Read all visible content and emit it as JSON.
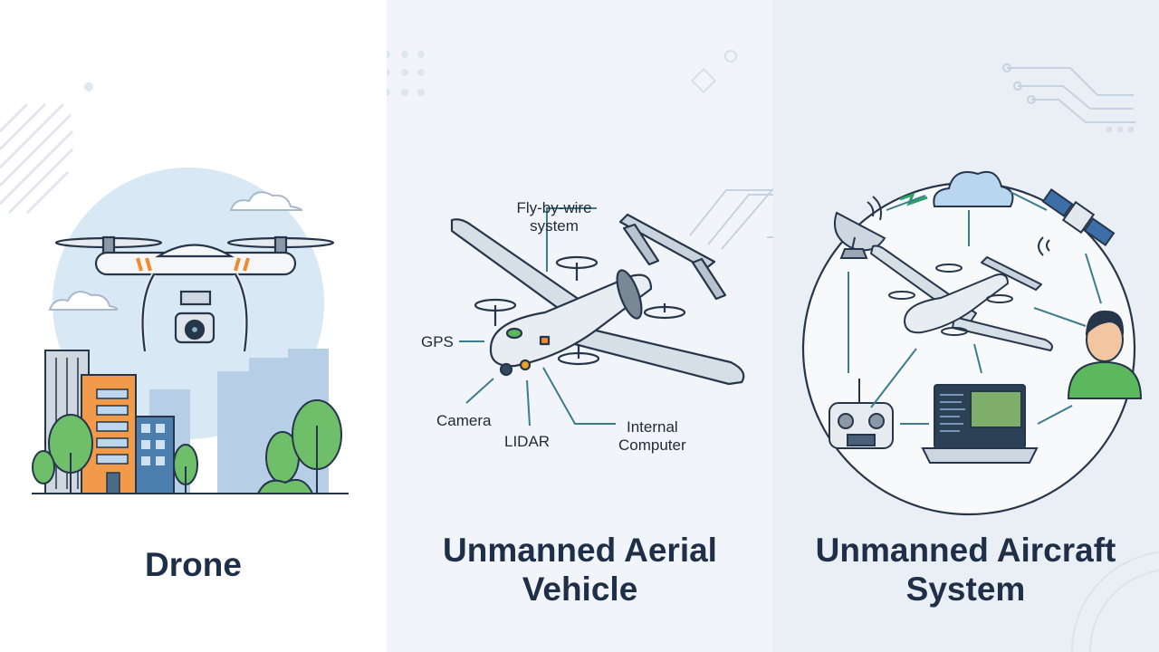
{
  "panels": [
    {
      "title": "Drone"
    },
    {
      "title_line1": "Unmanned Aerial",
      "title_line2": "Vehicle",
      "labels": {
        "fly_by_wire": "Fly-by-wire\nsystem",
        "gps": "GPS",
        "camera": "Camera",
        "lidar": "LIDAR",
        "internal_computer": "Internal\nComputer"
      }
    },
    {
      "title_line1": "Unmanned Aircraft",
      "title_line2": "System"
    }
  ],
  "colors": {
    "title": "#1f2f47",
    "accent_orange": "#ef8a2e",
    "accent_green": "#5cb85c",
    "arrow_teal": "#3c7c8c",
    "sky_blue": "#cfe0f0",
    "line_dark": "#26364a"
  },
  "icons": [
    "quadcopter-drone-icon",
    "city-buildings-icon",
    "fixed-wing-uav-icon",
    "satellite-dish-icon",
    "cloud-icon",
    "satellite-icon",
    "remote-controller-icon",
    "laptop-icon",
    "operator-person-icon"
  ]
}
